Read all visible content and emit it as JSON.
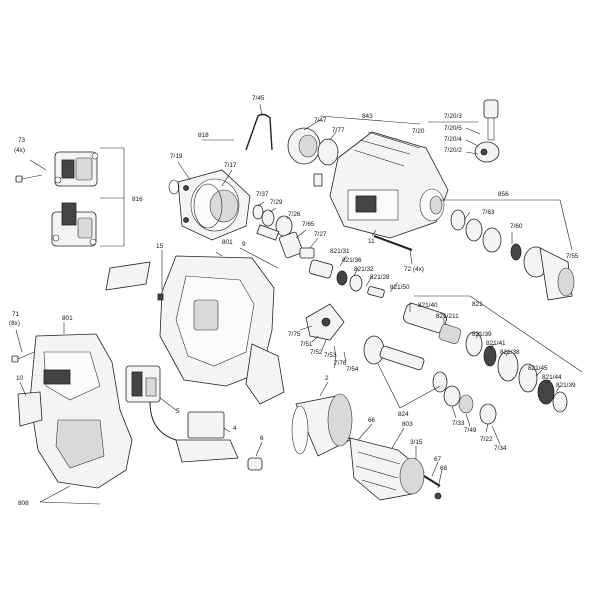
{
  "labels": {
    "l_73": "73",
    "l_4x": "(4x)",
    "l_816": "816",
    "l_818": "818",
    "l_7_19": "7/19",
    "l_7_17": "7/17",
    "l_7_45": "7/45",
    "l_7_47": "7/47",
    "l_7_77": "7/77",
    "l_843": "843",
    "l_7_20_3": "7/20/3",
    "l_7_20": "7/20",
    "l_7_20_5": "7/20/5",
    "l_7_20_4": "7/20/4",
    "l_7_20_2": "7/20/2",
    "l_856": "856",
    "l_7_37": "7/37",
    "l_7_29": "7/29",
    "l_7_26": "7/26",
    "l_7_65": "7/65",
    "l_7_27": "7/27",
    "l_7_63": "7/63",
    "l_7_60": "7/60",
    "l_7_55": "7/55",
    "l_15": "15",
    "l_801a": "801",
    "l_9": "9",
    "l_11": "11",
    "l_821_31": "821/31",
    "l_821_36": "821/36",
    "l_821_32": "821/32",
    "l_821_28": "821/28",
    "l_72_4x": "72 (4x)",
    "l_821_50": "821/50",
    "l_821_40": "821/40",
    "l_821": "821",
    "l_821_211": "821/211",
    "l_821_39a": "821/39",
    "l_821_41": "821/41",
    "l_821_38": "821/38",
    "l_821_45": "821/45",
    "l_821_44": "821/44",
    "l_821_39b": "821/39",
    "l_71": "71",
    "l_8x": "(8x)",
    "l_801b": "801",
    "l_10": "10",
    "l_7_75": "7/75",
    "l_7_51": "7/51",
    "l_7_52": "7/52",
    "l_7_53": "7/53",
    "l_7_76": "7/76",
    "l_7_54": "7/54",
    "l_2": "2",
    "l_5": "5",
    "l_4": "4",
    "l_6": "6",
    "l_824": "824",
    "l_7_33": "7/33",
    "l_7_49": "7/49",
    "l_7_22": "7/22",
    "l_7_34": "7/34",
    "l_66": "66",
    "l_803": "803",
    "l_3_15": "3/15",
    "l_67": "67",
    "l_68": "68",
    "l_808": "808"
  }
}
